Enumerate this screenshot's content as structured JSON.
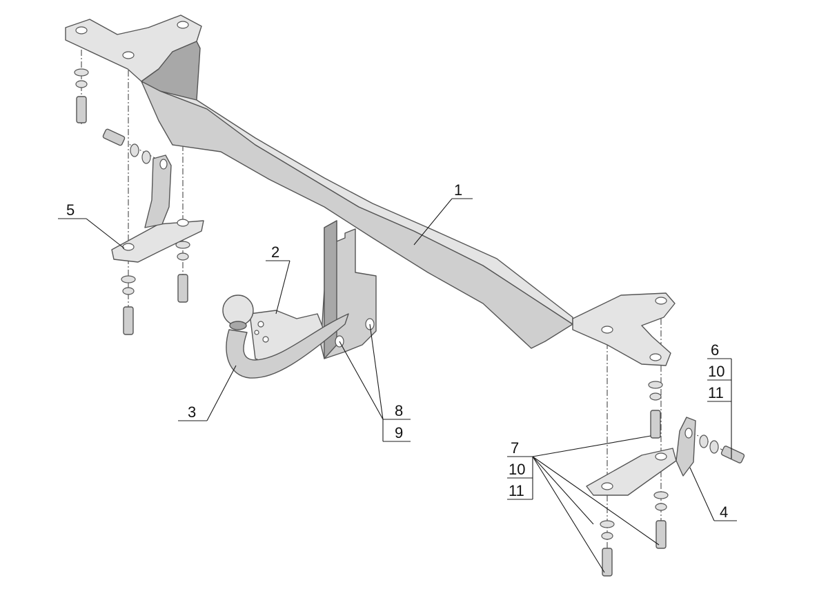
{
  "diagram": {
    "callouts": [
      {
        "id": "c1",
        "text": "1"
      },
      {
        "id": "c2",
        "text": "2"
      },
      {
        "id": "c3",
        "text": "3"
      },
      {
        "id": "c4",
        "text": "4"
      },
      {
        "id": "c5",
        "text": "5"
      },
      {
        "id": "c6",
        "text": "6"
      },
      {
        "id": "c10a",
        "text": "10"
      },
      {
        "id": "c11a",
        "text": "11"
      },
      {
        "id": "c7",
        "text": "7"
      },
      {
        "id": "c10b",
        "text": "10"
      },
      {
        "id": "c11b",
        "text": "11"
      },
      {
        "id": "c8",
        "text": "8"
      },
      {
        "id": "c9",
        "text": "9"
      }
    ]
  }
}
